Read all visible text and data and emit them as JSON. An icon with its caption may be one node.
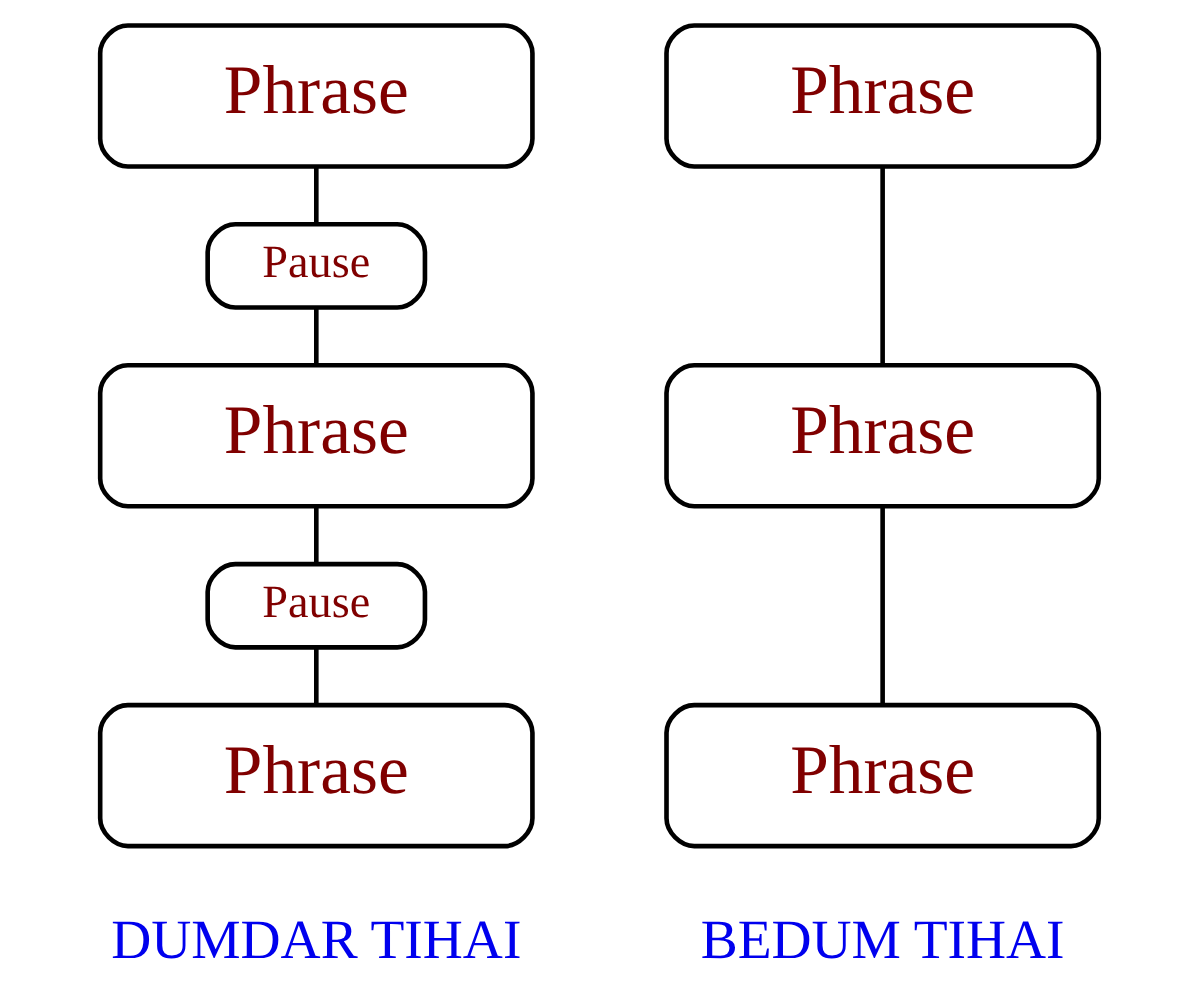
{
  "diagram": {
    "nodes": [
      {
        "text": [
          "Phrase"
        ]
      },
      {
        "text": [
          "Pause"
        ]
      },
      {
        "text": [
          "Phrase"
        ]
      },
      {
        "text": [
          "Pause"
        ]
      },
      {
        "text": [
          "Phrase"
        ]
      },
      {
        "text": [
          "Phrase"
        ]
      },
      {
        "text": [
          "Phrase"
        ]
      },
      {
        "text": [
          "Phrase"
        ]
      }
    ],
    "edges": [
      {
        "from": 0,
        "to": 1,
        "arrow": "none"
      },
      {
        "from": 1,
        "to": 2,
        "arrow": "none"
      },
      {
        "from": 2,
        "to": 3,
        "arrow": "none"
      },
      {
        "from": 3,
        "to": 4,
        "arrow": "none"
      },
      {
        "from": 5,
        "to": 6,
        "arrow": "none"
      },
      {
        "from": 6,
        "to": 7,
        "arrow": "none"
      }
    ],
    "labels": [
      "DUMDAR TIHAI",
      "BEDUM TIHAI"
    ]
  }
}
